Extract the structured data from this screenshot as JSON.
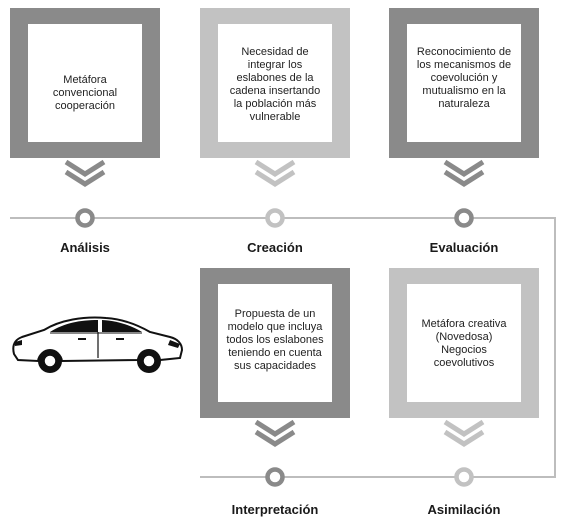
{
  "colors": {
    "dark": "#8a8a8a",
    "light": "#c2c2c2",
    "line": "#bdbdbd",
    "text": "#222222",
    "car_body": "#ffffff",
    "car_outline": "#111111"
  },
  "stages": {
    "analisis": {
      "label": "Análisis",
      "text": "Metáfora convencional cooperación"
    },
    "creacion": {
      "label": "Creación",
      "text": "Necesidad de integrar los eslabones de la cadena insertando la población más vulnerable"
    },
    "evaluacion": {
      "label": "Evaluación",
      "text": "Reconocimiento de los mecanismos de coevolución y mutualismo en la naturaleza"
    },
    "interpretacion": {
      "label": "Interpretación",
      "text": "Propuesta de un modelo que incluya todos los eslabones teniendo en cuenta sus capacidades"
    },
    "asimilacion": {
      "label": "Asimilación",
      "text": "Metáfora creativa (Novedosa) Negocios coevolutivos"
    }
  },
  "icons": {
    "car": "car-icon",
    "node": "ring-node-icon",
    "chevron": "double-chevron-down-icon"
  }
}
